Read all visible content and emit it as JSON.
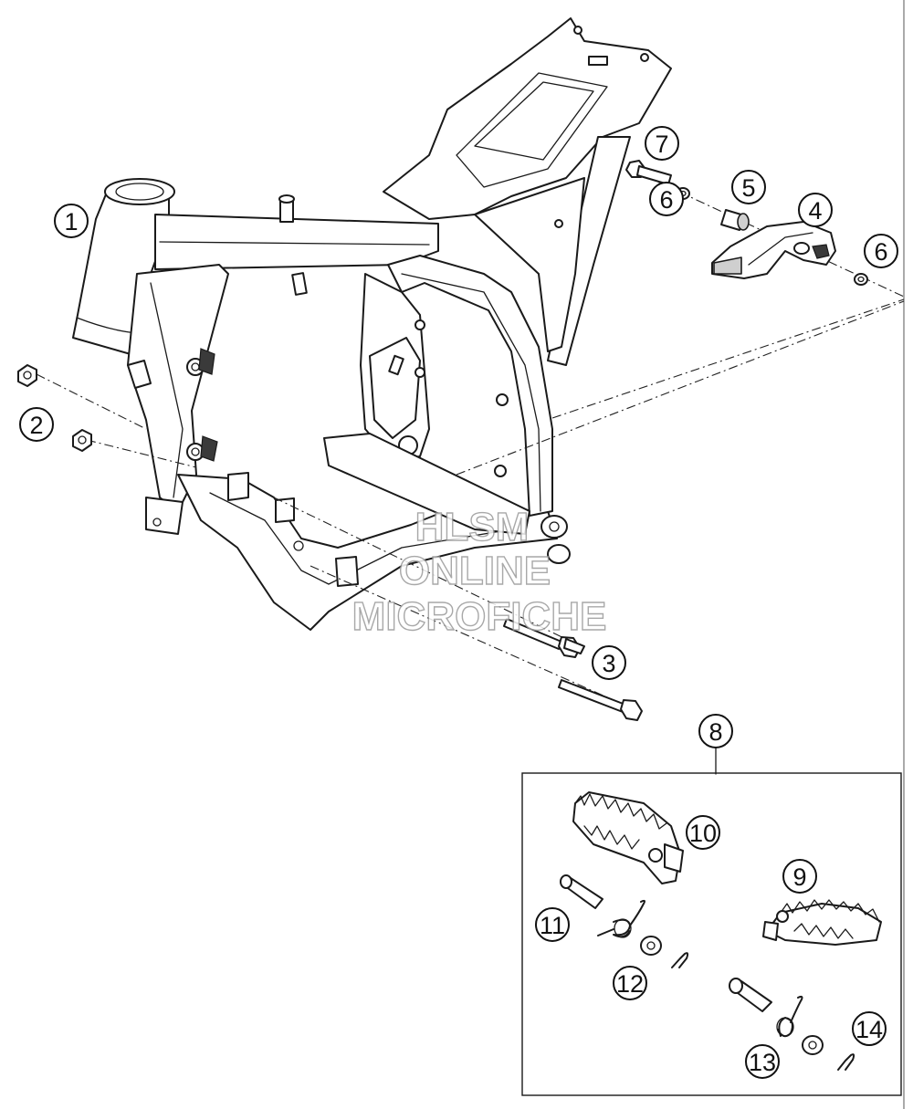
{
  "callouts": [
    {
      "id": "1",
      "label": "1"
    },
    {
      "id": "2",
      "label": "2"
    },
    {
      "id": "3",
      "label": "3"
    },
    {
      "id": "4",
      "label": "4"
    },
    {
      "id": "5",
      "label": "5"
    },
    {
      "id": "6a",
      "label": "6"
    },
    {
      "id": "6b",
      "label": "6"
    },
    {
      "id": "7",
      "label": "7"
    },
    {
      "id": "8",
      "label": "8"
    },
    {
      "id": "9",
      "label": "9"
    },
    {
      "id": "10",
      "label": "10"
    },
    {
      "id": "11",
      "label": "11"
    },
    {
      "id": "12",
      "label": "12"
    },
    {
      "id": "13",
      "label": "13"
    },
    {
      "id": "14",
      "label": "14"
    }
  ],
  "watermark": {
    "line1": "HLSM",
    "line2": "ONLINE",
    "line3": "MICROFICHE"
  },
  "colors": {
    "line": "#1a1a1a",
    "background": "#ffffff",
    "watermark_outline": "#9a9a9a"
  }
}
